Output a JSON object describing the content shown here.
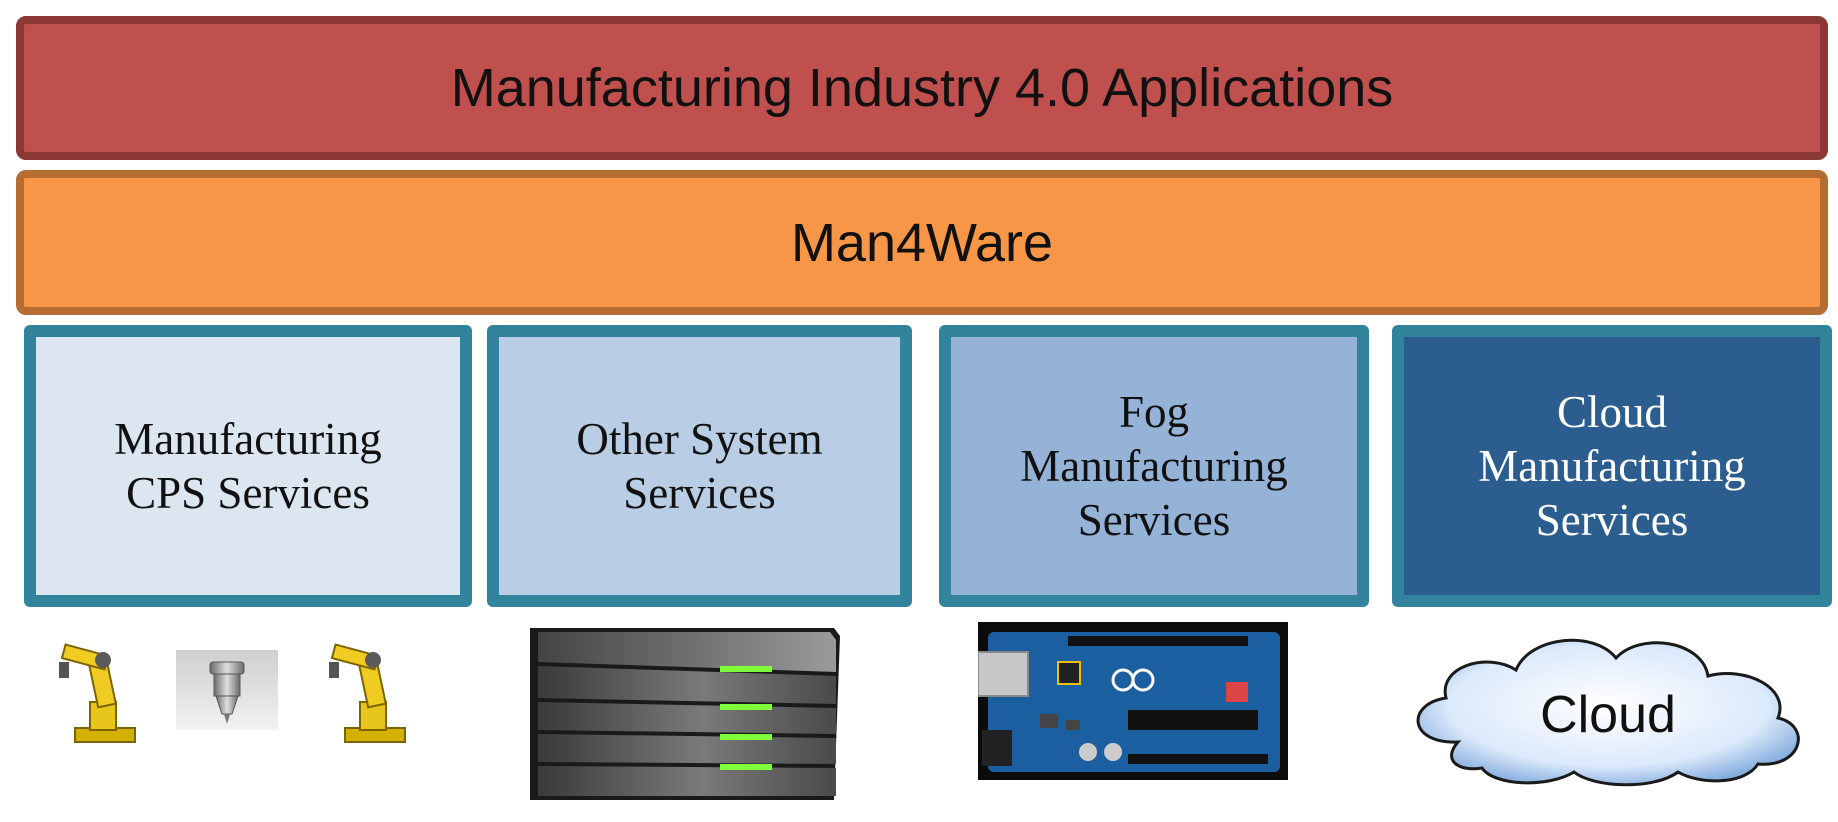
{
  "layers": {
    "applications": "Manufacturing Industry 4.0 Applications",
    "middleware": "Man4Ware"
  },
  "services": [
    {
      "label": "Manufacturing\nCPS Services"
    },
    {
      "label": "Other System\nServices"
    },
    {
      "label": "Fog\nManufacturing\nServices"
    },
    {
      "label": "Cloud\nManufacturing\nServices"
    }
  ],
  "icons": {
    "cps": [
      "robot-arm-icon",
      "cnc-spindle-icon",
      "robot-arm-icon"
    ],
    "other": "server-icon",
    "fog": "arduino-board-icon",
    "cloud": "cloud-icon",
    "cloud_label": "Cloud"
  },
  "colors": {
    "applications": "#c0504d",
    "middleware": "#f79646",
    "service_1": "#dce6f1",
    "service_2": "#b9cde5",
    "service_3": "#95b3d7",
    "service_4": "#2c5d8f",
    "service_border": "#31849b"
  }
}
